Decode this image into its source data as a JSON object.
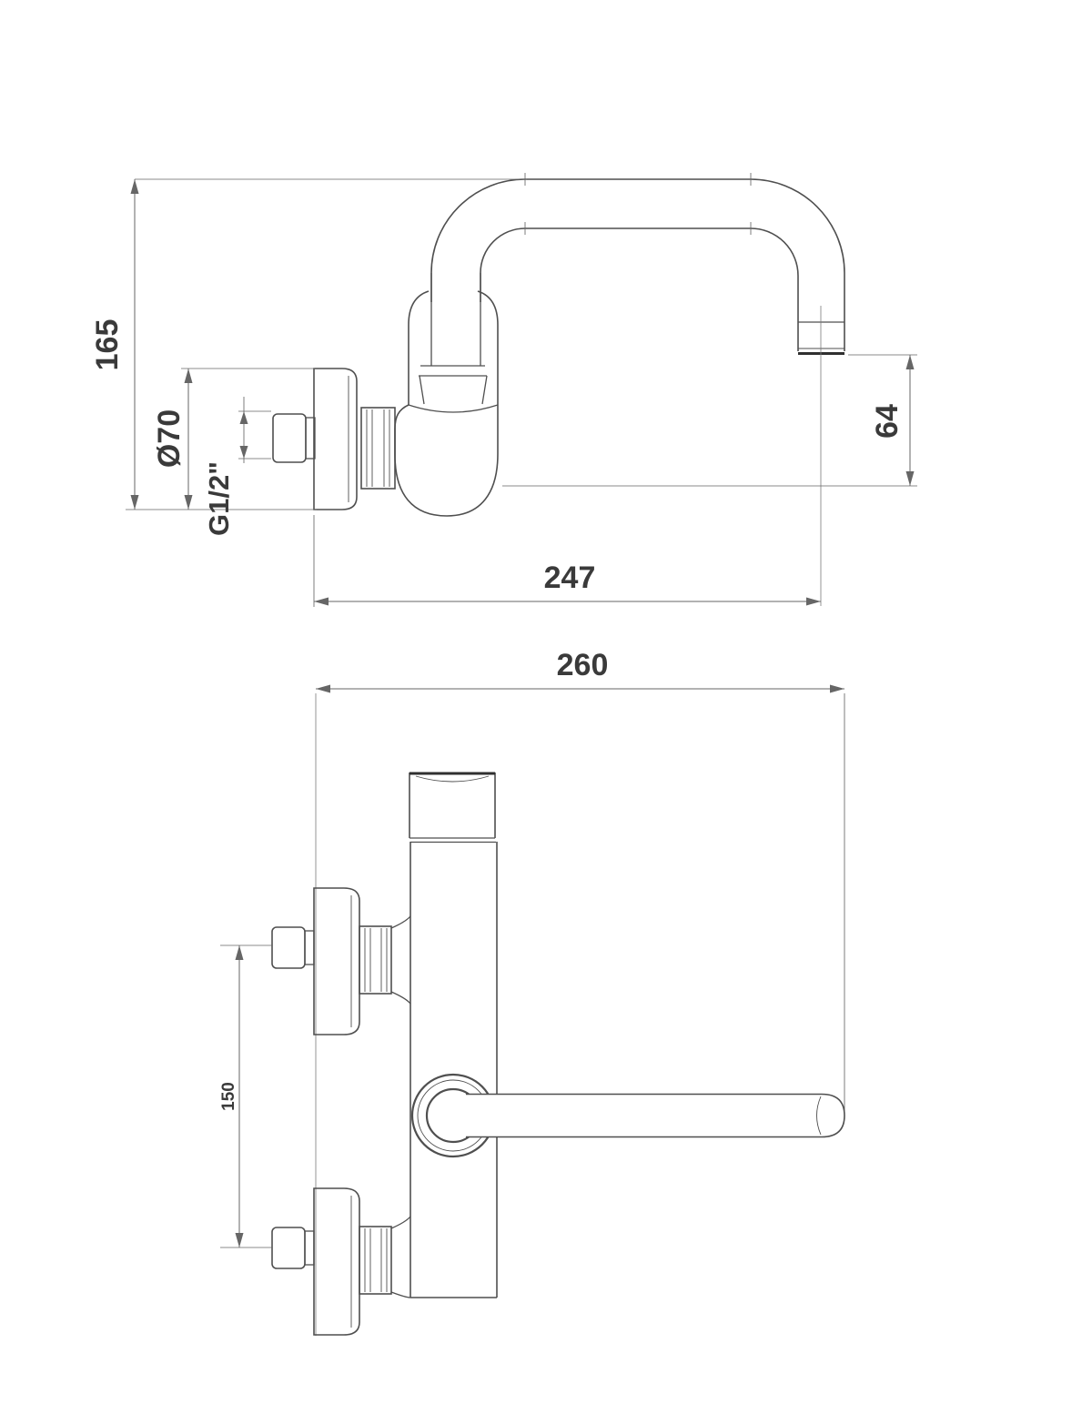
{
  "page": {
    "background": "#ffffff"
  },
  "style": {
    "line_color": "#4f4f4f",
    "bold_line_color": "#2f2f2f",
    "dim_line_color": "#666666",
    "center_line_color": "#7a7a7a",
    "text_color": "#3a3a3a"
  },
  "side_view": {
    "dim_overall_height": "165",
    "dim_flange_diameter": "Ø70",
    "dim_inlet_thread": "G1/2\"",
    "dim_spout_outlet_height": "64",
    "dim_spout_reach": "247"
  },
  "front_view": {
    "dim_overall_width": "260",
    "dim_inlet_spacing": "150"
  }
}
